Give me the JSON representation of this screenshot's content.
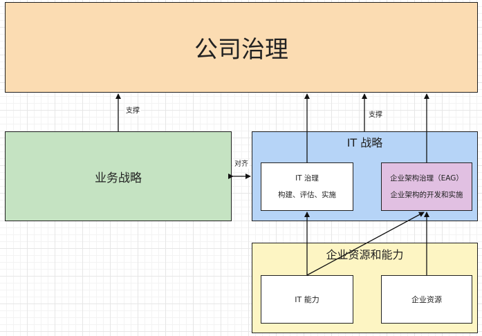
{
  "title": "公司治理",
  "business_strategy": "业务战略",
  "it_strategy": {
    "title": "IT 战略",
    "it_governance": {
      "line1": "IT 治理",
      "line2": "构建、评估、实施"
    },
    "eag": {
      "line1": "企业架构治理（EAG）",
      "line2": "企业架构的开发和实施"
    }
  },
  "resources": {
    "title": "企业资源和能力",
    "it_capability": "IT 能力",
    "enterprise_resources": "企业资源"
  },
  "labels": {
    "support_left": "支撑",
    "support_right": "支撑",
    "align": "对齐"
  }
}
